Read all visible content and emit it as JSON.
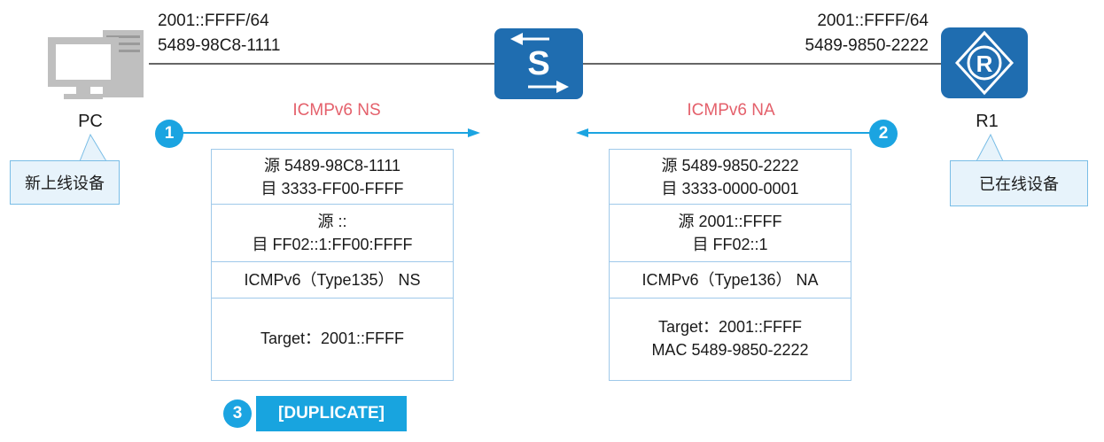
{
  "pc": {
    "label": "PC",
    "ipv6": "2001::FFFF/64",
    "mac": "5489-98C8-1111",
    "callout": "新上线设备"
  },
  "r1": {
    "label": "R1",
    "ipv6": "2001::FFFF/64",
    "mac": "5489-9850-2222",
    "callout": "已在线设备"
  },
  "switch": {
    "glyph": "S"
  },
  "router": {
    "glyph": "R"
  },
  "steps": [
    {
      "num": "1",
      "label": "ICMPv6 NS"
    },
    {
      "num": "2",
      "label": "ICMPv6 NA"
    },
    {
      "num": "3",
      "label": "[DUPLICATE]"
    }
  ],
  "ns_packet": {
    "l2_src": "源  5489-98C8-1111",
    "l2_dst": "目  3333-FF00-FFFF",
    "l3_src": "源  ::",
    "l3_dst": "目  FF02::1:FF00:FFFF",
    "icmp": "ICMPv6（Type135） NS",
    "target": "Target：2001::FFFF"
  },
  "na_packet": {
    "l2_src": "源  5489-9850-2222",
    "l2_dst": "目  3333-0000-0001",
    "l3_src": "源  2001::FFFF",
    "l3_dst": "目  FF02::1",
    "icmp": "ICMPv6（Type136） NA",
    "target": "Target：2001::FFFF",
    "mac": "MAC 5489-9850-2222"
  },
  "colors": {
    "device_blue": "#1f6db0",
    "arrow_blue": "#1ba4e1",
    "step_label_red": "#e4606b",
    "packet_border": "#9fc9ea",
    "callout_fill": "#e7f3fb"
  }
}
